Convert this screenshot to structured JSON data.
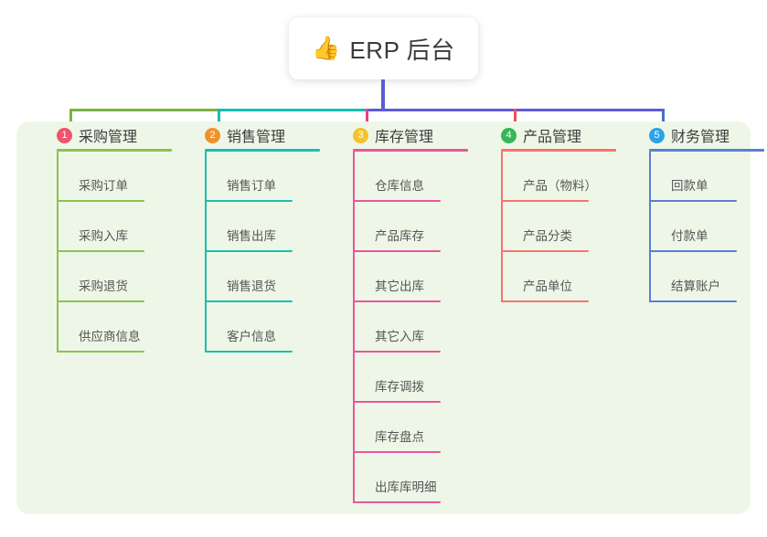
{
  "root": {
    "icon": "thumbs-up-icon",
    "icon_glyph": "👍",
    "title": "ERP 后台"
  },
  "theme": {
    "page_background": "#ffffff",
    "panel_background": "#eef7e7",
    "root_card_background": "#ffffff",
    "bus_green": "#7cb342",
    "bus_teal": "#15bdad",
    "bus_purple": "#5b5bd6",
    "drop_pink": "#e8418c",
    "drop_red": "#f1534f",
    "drop_blue": "#4a6ec9"
  },
  "columns": [
    {
      "number": "1",
      "badge_color": "#f2536d",
      "line_color": "#8cc152",
      "drop_color": "#7cb342",
      "title": "采购管理",
      "items": [
        "采购订单",
        "采购入库",
        "采购退货",
        "供应商信息"
      ]
    },
    {
      "number": "2",
      "badge_color": "#f0922b",
      "line_color": "#19bfb0",
      "drop_color": "#15bdad",
      "title": "销售管理",
      "items": [
        "销售订单",
        "销售出库",
        "销售退货",
        "客户信息"
      ]
    },
    {
      "number": "3",
      "badge_color": "#f5c22b",
      "line_color": "#e8569e",
      "drop_color": "#e8418c",
      "title": "库存管理",
      "items": [
        "仓库信息",
        "产品库存",
        "其它出库",
        "其它入库",
        "库存调拨",
        "库存盘点",
        "出库库明细"
      ]
    },
    {
      "number": "4",
      "badge_color": "#35b759",
      "line_color": "#f4756f",
      "drop_color": "#f1534f",
      "title": "产品管理",
      "items": [
        "产品（物料）",
        "产品分类",
        "产品单位"
      ]
    },
    {
      "number": "5",
      "badge_color": "#2aa3e8",
      "line_color": "#5b7fd4",
      "drop_color": "#4a6ec9",
      "title": "财务管理",
      "items": [
        "回款单",
        "付款单",
        "结算账户"
      ]
    }
  ]
}
